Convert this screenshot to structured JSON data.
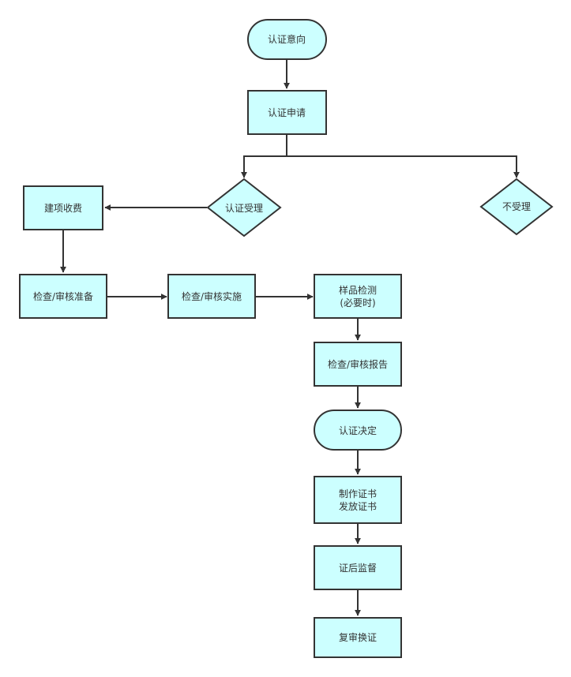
{
  "colors": {
    "node_fill": "#ccffff",
    "stroke": "#333333",
    "text": "#333333"
  },
  "nodes": {
    "intent": "认证意向",
    "application": "认证申请",
    "acceptance": "认证受理",
    "not_accepted": "不受理",
    "fee": "建项收费",
    "prep": "检查/审核准备",
    "implement": "检查/审核实施",
    "sample_line1": "样品检测",
    "sample_line2": "(必要时)",
    "report": "检查/审核报告",
    "decision": "认证决定",
    "cert_line1": "制作证书",
    "cert_line2": "发放证书",
    "supervision": "证后监督",
    "renewal": "复审换证"
  }
}
